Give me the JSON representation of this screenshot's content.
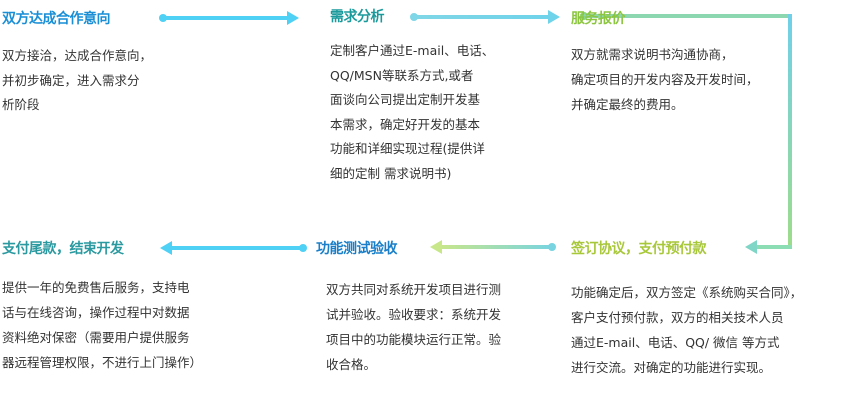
{
  "steps": [
    {
      "title": "双方达成合作意向",
      "color": "#1a8fd6",
      "lines": [
        "双方接洽，达成合作意向，",
        "并初步确定，进入需求分",
        "析阶段"
      ]
    },
    {
      "title": "需求分析",
      "color": "#1b9a9c",
      "lines": [
        "定制客户通过E-mail、电话、",
        "QQ/MSN等联系方式,或者",
        "面谈向公司提出定制开发基",
        "本需求，确定好开发的基本",
        "功能和详细实现过程(提供详",
        "细的定制 需求说明书)"
      ]
    },
    {
      "title": "服务报价",
      "color": "#8cc63f",
      "lines": [
        "双方就需求说明书沟通协商，",
        "确定项目的开发内容及开发时间，",
        "并确定最终的费用。"
      ]
    },
    {
      "title": "签订协议，支付预付款",
      "color": "#a8c83a",
      "lines": [
        "功能确定后，双方签定《系统购买合同》，",
        "客户支付预付款，双方的相关技术人员",
        "通过E-mail、电话、QQ/ 微信 等方式",
        "进行交流。对确定的功能进行实现。"
      ]
    },
    {
      "title": "功能测试验收",
      "color": "#1a7fc8",
      "lines": [
        "双方共同对系统开发项目进行测",
        "试并验收。验收要求：系统开发",
        "项目中的功能模块运行正常。验",
        "收合格。"
      ]
    },
    {
      "title": "支付尾款，结束开发",
      "color": "#2a9aa0",
      "lines": [
        "提供一年的免费售后服务，支持电",
        "话与在线咨询，操作过程中对数据",
        "资料绝对保密（需要用户提供服务",
        "器远程管理权限，不进行上门操作）"
      ]
    }
  ]
}
